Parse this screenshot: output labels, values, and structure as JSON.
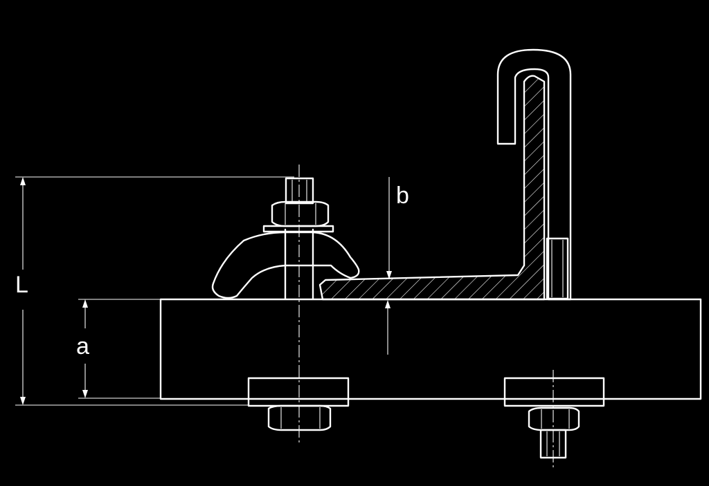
{
  "dimensions": {
    "overall_length_label": "L",
    "plate_thickness_label": "a",
    "gap_label": "b"
  },
  "colors": {
    "background": "#000000",
    "line": "#ffffff"
  }
}
